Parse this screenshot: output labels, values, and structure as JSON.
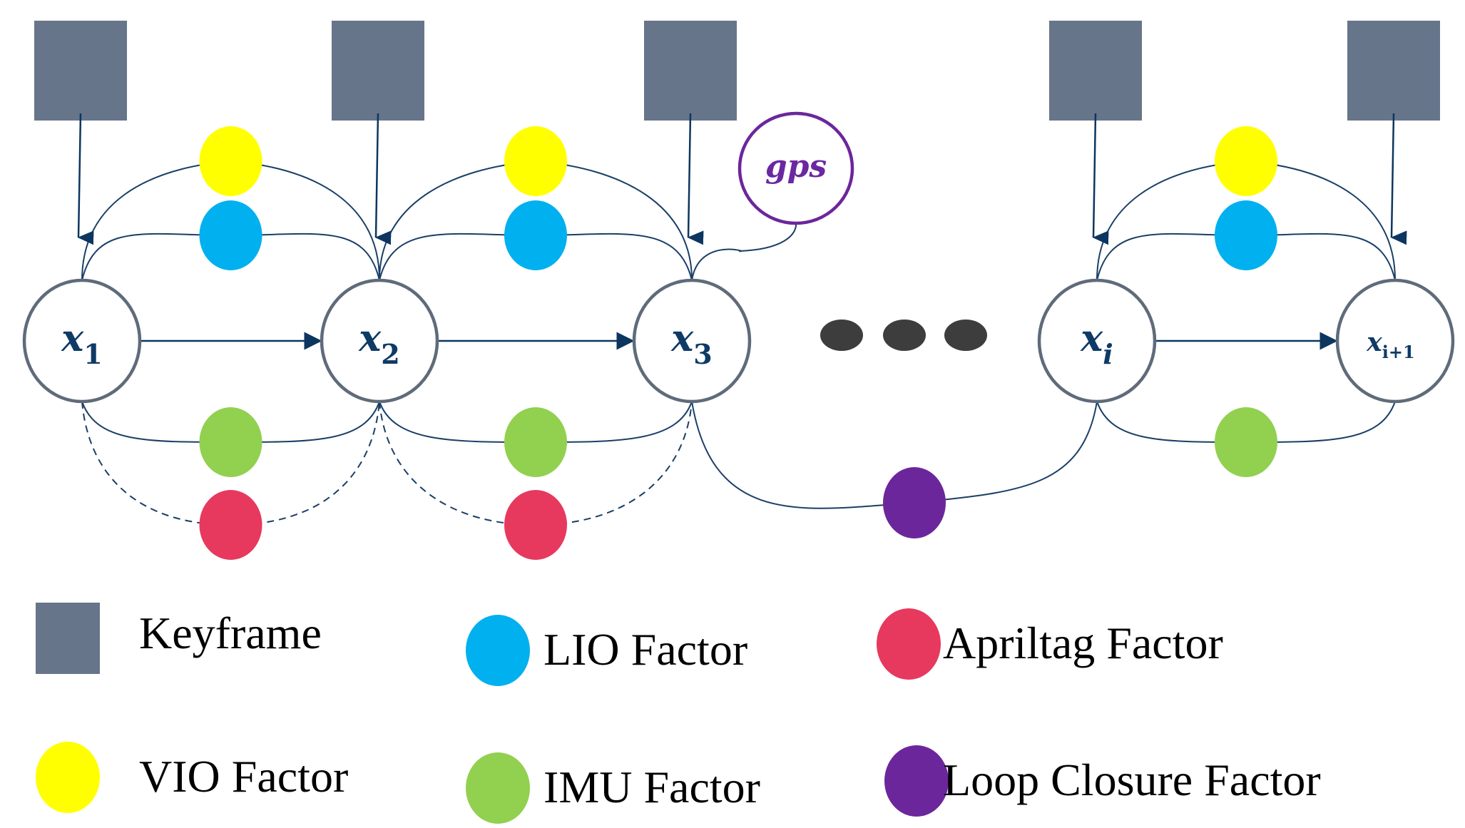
{
  "diagram": {
    "type": "factor-graph",
    "colors": {
      "keyframe": "#66758a",
      "vio": "#ffff00",
      "lio": "#00b0ef",
      "imu": "#92d050",
      "apriltag": "#e7395e",
      "loop_closure": "#6c269c",
      "gps": "#6c269c",
      "edge": "#1a3f66",
      "node_border": "#5f6b7a",
      "ellipsis_dots": "#3d3d3d"
    },
    "nodes": [
      {
        "id": "x1",
        "base": "x",
        "sub": "1",
        "has_keyframe": true
      },
      {
        "id": "x2",
        "base": "x",
        "sub": "2",
        "has_keyframe": true
      },
      {
        "id": "x3",
        "base": "x",
        "sub": "3",
        "has_keyframe": true
      },
      {
        "id": "xi",
        "base": "x",
        "sub": "i",
        "has_keyframe": true
      },
      {
        "id": "xi1",
        "base": "x",
        "sub": "i+1",
        "has_keyframe": true
      }
    ],
    "ellipsis": "•••",
    "gps": {
      "label": "gps",
      "attached_to": "x3"
    },
    "factors_between": [
      {
        "from": "x1",
        "to": "x2",
        "types": [
          "vio",
          "lio",
          "imu",
          "apriltag"
        ]
      },
      {
        "from": "x2",
        "to": "x3",
        "types": [
          "vio",
          "lio",
          "imu",
          "apriltag"
        ]
      },
      {
        "from": "xi",
        "to": "xi1",
        "types": [
          "vio",
          "lio",
          "imu"
        ]
      },
      {
        "from": "x3",
        "to": "xi",
        "types": [
          "loop_closure"
        ]
      }
    ],
    "sequential_arrows": [
      {
        "from": "x1",
        "to": "x2"
      },
      {
        "from": "x2",
        "to": "x3"
      },
      {
        "from": "xi",
        "to": "xi1"
      }
    ]
  },
  "legend": {
    "items": [
      {
        "key": "keyframe",
        "label": "Keyframe",
        "shape": "square"
      },
      {
        "key": "lio",
        "label": "LIO Factor",
        "shape": "ellipse"
      },
      {
        "key": "apriltag",
        "label": "Apriltag Factor",
        "shape": "ellipse"
      },
      {
        "key": "vio",
        "label": "VIO Factor",
        "shape": "ellipse"
      },
      {
        "key": "imu",
        "label": "IMU Factor",
        "shape": "ellipse"
      },
      {
        "key": "loop_closure",
        "label": "Loop Closure Factor",
        "shape": "ellipse"
      }
    ]
  }
}
